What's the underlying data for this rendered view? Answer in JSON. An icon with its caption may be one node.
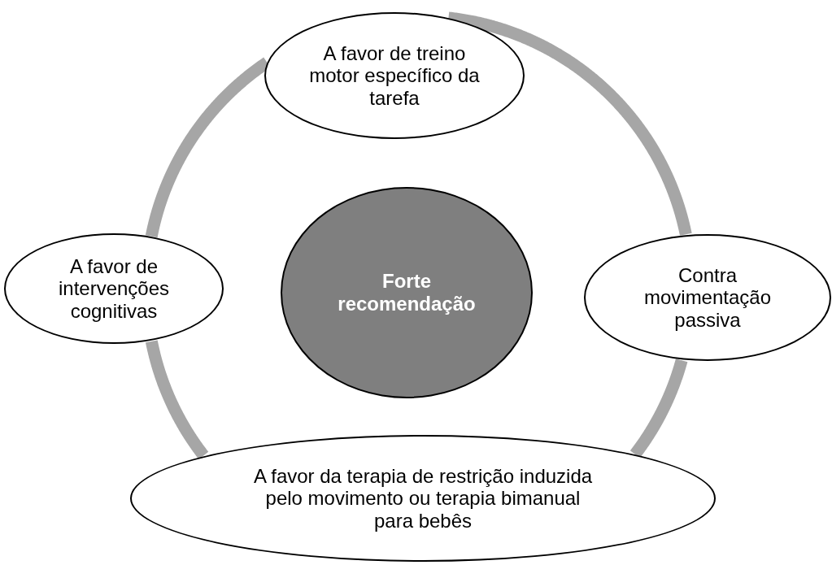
{
  "diagram": {
    "nodes": [
      {
        "text": [
          "Forte recomendação"
        ]
      },
      {
        "text": [
          "A favor de treino motor específico da tarefa"
        ]
      },
      {
        "text": [
          "Contra movimentação passiva"
        ]
      },
      {
        "text": [
          "A favor da terapia de restrição induzida pelo movimento ou terapia bimanual para bebês"
        ]
      },
      {
        "text": [
          "A favor de intervenções cognitivas"
        ]
      }
    ],
    "edges": [
      {
        "from": 1,
        "to": 2,
        "arrow": "none"
      },
      {
        "from": 2,
        "to": 3,
        "arrow": "none"
      },
      {
        "from": 3,
        "to": 4,
        "arrow": "none"
      },
      {
        "from": 4,
        "to": 1,
        "arrow": "none"
      }
    ]
  }
}
